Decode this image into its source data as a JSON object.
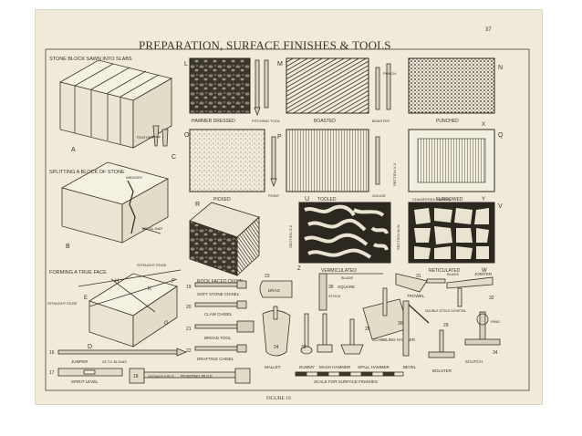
{
  "page": {
    "number": "37",
    "title": "PREPARATION, SURFACE FINISHES & TOOLS",
    "figure_caption": "FIGURE 19"
  },
  "left": {
    "a_label": "STONE BLOCK SAWN INTO SLABS",
    "a_letter": "A",
    "b_label": "SPLITTING A BLOCK OF STONE",
    "b_letter": "B",
    "wedges_label": "WEDGES",
    "metal_bar_label": "METAL BAR",
    "feather_label": "FEATHER",
    "c_letter": "C",
    "d_label": "FORMING A TRUE FACE",
    "d_letter": "D",
    "straight_edge_label": "STRAIGHT EDGE",
    "straight_edge_label2": "STRAIGHT EDGE",
    "e_letter": "E",
    "f_letter": "F",
    "h_letter": "H",
    "k_letter": "K",
    "g_letter": "G"
  },
  "finishes": {
    "l_letter": "L",
    "m_letter": "M",
    "n_letter": "N",
    "o_letter": "O",
    "p_letter": "P",
    "q_letter": "Q",
    "r_letter": "R",
    "u_letter": "U",
    "v_letter": "V",
    "hammer_dressed": "HAMMER DRESSED",
    "pitching_tool": "PITCHING TOOL",
    "boasted": "BOASTED",
    "boaster": "BOASTER",
    "punched": "PUNCHED",
    "punch": "PUNCH",
    "picked": "PICKED",
    "point": "POINT",
    "tooled": "TOOLED",
    "gouge": "GOUGE",
    "furrowed": "FURROWED",
    "rock_faced_quoin": "ROCK FACED QUOIN",
    "vermiculated": "VERMICULATED",
    "reticulated": "RETICULATED",
    "chamfered_margin": "CHAMFERED MARGIN",
    "section_xx": "SECTION X-X",
    "section_yy": "SECTION Y-Y",
    "section_zz": "SECTION Z-Z",
    "section_ww": "SECTION W-W",
    "x_mark": "X",
    "y_mark": "Y",
    "w_mark": "W",
    "z_mark": "Z"
  },
  "tools": {
    "soft_stone_chisel": "SOFT STONE CHISEL",
    "claw_chisel": "CLAW CHISEL",
    "broad_tool": "BROAD TOOL",
    "drafting_chisel": "DRAFTING CHISEL",
    "drag": "DRAG",
    "mallet": "MALLET",
    "dummy": "DUMMY",
    "mash_hammer": "MASH HAMMER",
    "spall_hammer": "SPALL HAMMER",
    "square": "SQUARE",
    "blade": "BLADE",
    "stock": "STOCK",
    "scabbling_hammer": "SCABBLING HAMMER",
    "trowel": "TROWEL",
    "bevel": "BEVEL",
    "bolster": "BOLSTER",
    "scutch": "SCUTCH",
    "jointer": "JOINTER",
    "blade2": "BLADE",
    "ring": "RING",
    "double_stock_dovetail": "DOUBLE STOCK DOVETAIL",
    "jumper": "JUMPER",
    "jumper_dims": "25 TO 38 DIAS",
    "spirit_level": "SPIRIT LEVEL",
    "pointing_rule": "POINTING RULE",
    "distance_piece": "DISTANCE PIECE",
    "scale_text": "SCALE FOR SURFACE FINISHES",
    "n15": "15",
    "n16": "16",
    "n17": "17",
    "n18": "18",
    "n19": "19",
    "n20": "20",
    "n21": "21",
    "n22": "22",
    "n23": "23",
    "n24": "24",
    "n25": "25",
    "n26": "26",
    "n27": "27",
    "n28": "28",
    "n29": "29",
    "n30": "30",
    "n31": "31",
    "n32": "32",
    "n33": "33",
    "n34": "34",
    "n35": "35",
    "n36": "36"
  }
}
